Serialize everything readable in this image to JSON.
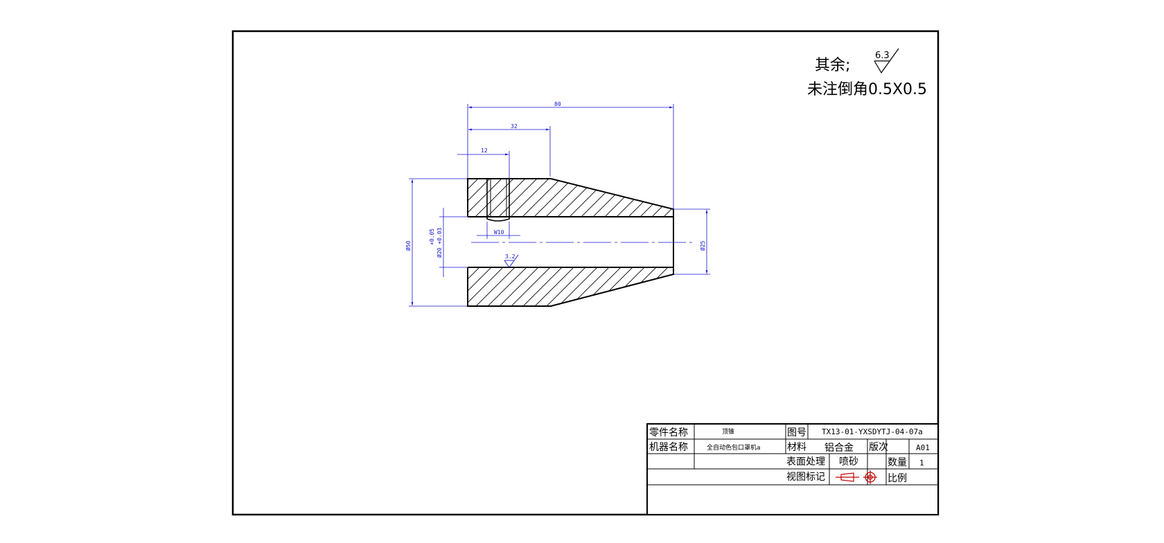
{
  "notes": {
    "rest_prefix": "其余;",
    "rest_roughness": "6.3",
    "chamfer_note": "未注倒角0.5X0.5"
  },
  "dimensions": {
    "total_length": "80",
    "length_32": "32",
    "length_12": "12",
    "groove_width": "W10",
    "outer_diameter": "Ø50",
    "bore_tol_upper": "+0.05",
    "bore_diameter": "Ø20 +0.03",
    "small_end_diameter": "Ø25",
    "bore_roughness": "3.2"
  },
  "title_block": {
    "part_name_label": "零件名称",
    "part_name": "顶锥",
    "drawing_no_label": "图号",
    "drawing_no": "TX13-01-YXSDYTJ-04-07a",
    "machine_name_label": "机器名称",
    "machine_name": "全自动色包口罩机a",
    "material_label": "材料",
    "material": "铝合金",
    "revision_label": "版次",
    "revision": "A01",
    "surface_label": "表面处理",
    "surface": "喷砂",
    "quantity_label": "数量",
    "quantity": "1",
    "view_label": "视图标记",
    "scale_label": "比例"
  },
  "colors": {
    "outline": "#000000",
    "dimension": "#1010d0"
  }
}
